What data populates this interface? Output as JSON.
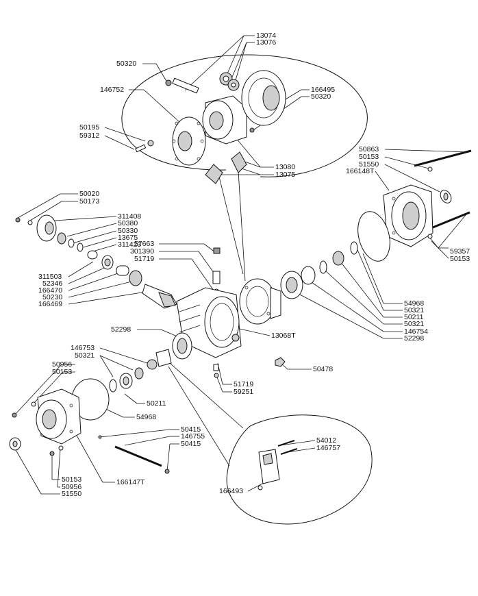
{
  "callouts": {
    "p13074": "13074",
    "p13076": "13076",
    "p50320_top": "50320",
    "p146752": "146752",
    "p166495": "166495",
    "p50320_right": "50320",
    "p50195": "50195",
    "p59312": "59312",
    "p13080": "13080",
    "p13075": "13075",
    "p50863": "50863",
    "p50153_tr": "50153",
    "p51550_tr": "51550",
    "p166148T": "166148T",
    "p50020": "50020",
    "p50173": "50173",
    "p311408": "311408",
    "p50380": "50380",
    "p50330": "50330",
    "p13675": "13675",
    "p311423": "311423",
    "p57663": "57663",
    "p301390": "301390",
    "p51719_top": "51719",
    "p59357": "59357",
    "p50153_r": "50153",
    "p311503": "311503",
    "p52346": "52346",
    "p166470": "166470",
    "p50230": "50230",
    "p166469": "166469",
    "p54968_r": "54968",
    "p50321_r1": "50321",
    "p50211_r": "50211",
    "p50321_r2": "50321",
    "p146754": "146754",
    "p52298_r": "52298",
    "p52298_l": "52298",
    "p13068T": "13068T",
    "p146753": "146753",
    "p50321_l": "50321",
    "p50478": "50478",
    "p50956_a": "50956",
    "p50153_a": "50153",
    "p51719_bot": "51719",
    "p59251": "59251",
    "p50211_l": "50211",
    "p54968_l": "54968",
    "p50415_a": "50415",
    "p146755": "146755",
    "p50415_b": "50415",
    "p54012": "54012",
    "p146757": "146757",
    "p50153_b": "50153",
    "p50956_b": "50956",
    "p51550_b": "51550",
    "p166147T": "166147T",
    "p166493": "166493"
  }
}
